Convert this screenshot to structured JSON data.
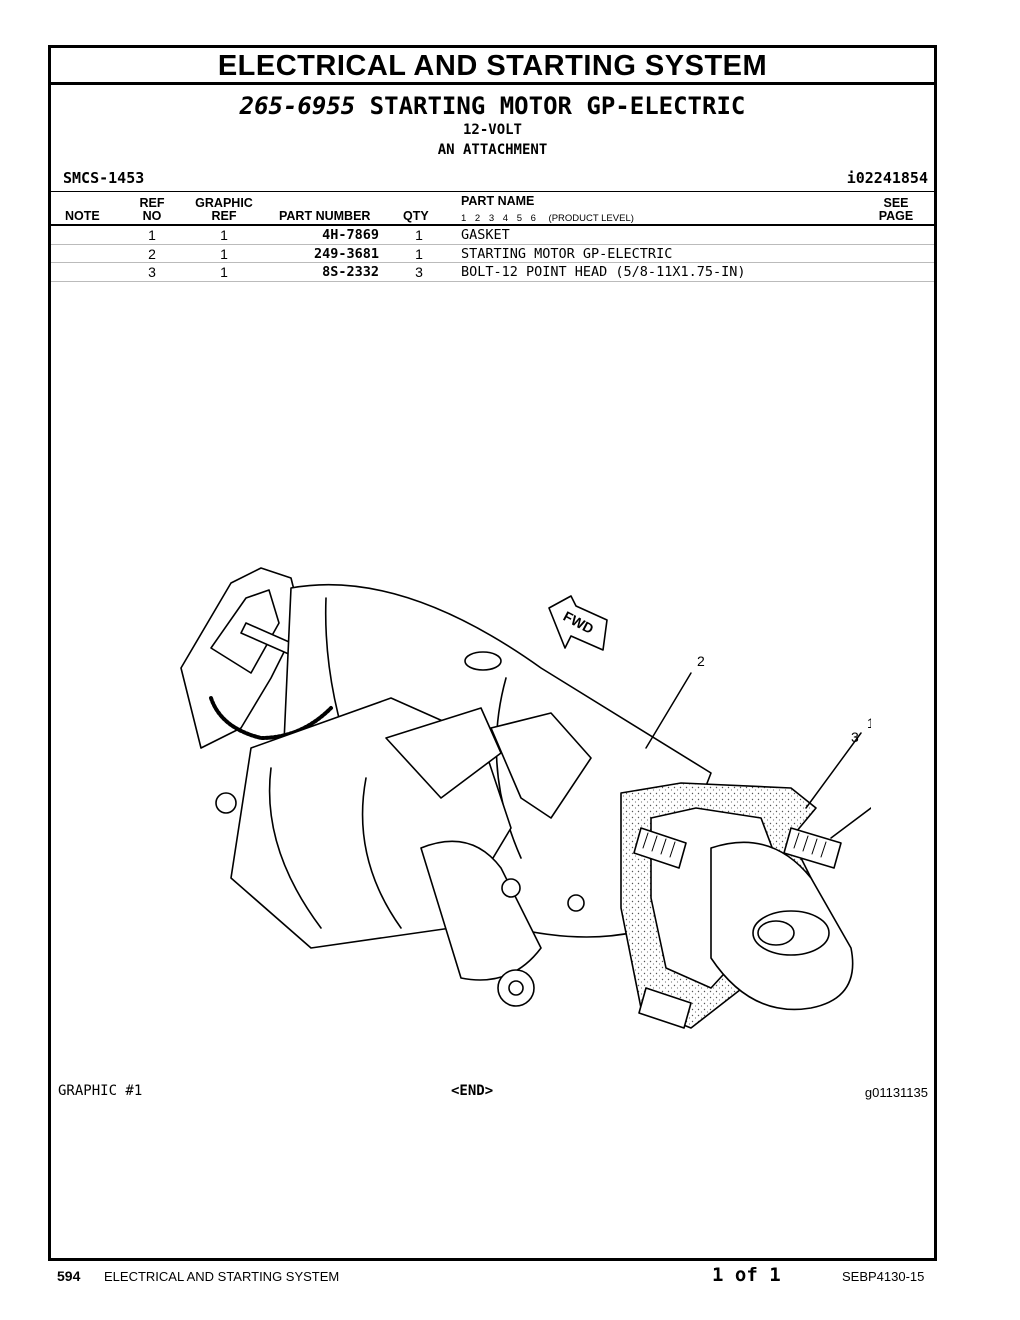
{
  "section_title": "ELECTRICAL AND STARTING SYSTEM",
  "group": {
    "number": "265-6955",
    "name": "STARTING MOTOR GP-ELECTRIC",
    "line1": "12-VOLT",
    "line2": "AN ATTACHMENT"
  },
  "smcs": "SMCS-1453",
  "illustration_id": "i02241854",
  "columns": {
    "note": "NOTE",
    "ref_top": "REF",
    "ref_bottom": "NO",
    "graphic_top": "GRAPHIC",
    "graphic_bottom": "REF",
    "part_number": "PART NUMBER",
    "qty": "QTY",
    "part_name": "PART NAME",
    "levels": "1 2 3 4 5 6",
    "product_level": "(PRODUCT LEVEL)",
    "see_top": "SEE",
    "see_bottom": "PAGE"
  },
  "rows": [
    {
      "ref": "1",
      "graphic": "1",
      "part_number": "4H-7869",
      "qty": "1",
      "name": "GASKET"
    },
    {
      "ref": "2",
      "graphic": "1",
      "part_number": "249-3681",
      "qty": "1",
      "name": "STARTING MOTOR GP-ELECTRIC"
    },
    {
      "ref": "3",
      "graphic": "1",
      "part_number": "8S-2332",
      "qty": "3",
      "name": "BOLT-12 POINT HEAD (5/8-11X1.75-IN)"
    }
  ],
  "illustration": {
    "fwd_label": "FWD",
    "callouts": [
      "2",
      "1",
      "3"
    ]
  },
  "graphic_label": "GRAPHIC #1",
  "end_label": "<END>",
  "graphic_number": "g01131135",
  "footer": {
    "page": "594",
    "section": "ELECTRICAL AND STARTING SYSTEM",
    "page_of": "1 of 1",
    "doc_id": "SEBP4130-15"
  }
}
